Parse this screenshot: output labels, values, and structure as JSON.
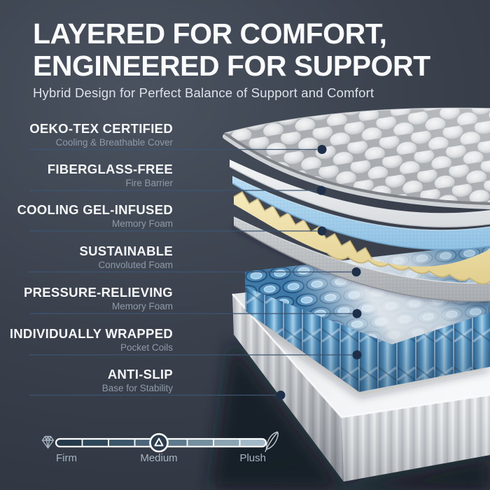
{
  "header": {
    "title_line1": "LAYERED FOR COMFORT,",
    "title_line2": "ENGINEERED FOR SUPPORT",
    "subtitle": "Hybrid Design for Perfect Balance of Support and Comfort"
  },
  "layers": [
    {
      "heading": "OEKO-TEX CERTIFIED",
      "sub": "Cooling & Breathable Cover"
    },
    {
      "heading": "FIBERGLASS-FREE",
      "sub": "Fire Barrier"
    },
    {
      "heading": "COOLING GEL-INFUSED",
      "sub": "Memory Foam"
    },
    {
      "heading": "SUSTAINABLE",
      "sub": "Convoluted Foam"
    },
    {
      "heading": "PRESSURE-RELIEVING",
      "sub": "Memory Foam"
    },
    {
      "heading": "INDIVIDUALLY WRAPPED",
      "sub": "Pocket Coils"
    },
    {
      "heading": "ANTI-SLIP",
      "sub": "Base for Stability"
    }
  ],
  "firmness_scale": {
    "left_label": "Firm",
    "center_label": "Medium",
    "right_label": "Plush",
    "marker_position": "Medium",
    "left_icon": "diamond-icon",
    "right_icon": "feather-icon",
    "segments": 8,
    "segment_colors": [
      "#24394a",
      "#2e4759",
      "#3a5568",
      "#4a6579",
      "#5d798c",
      "#74909f",
      "#8aa4b2",
      "#a2bac8"
    ]
  },
  "colors": {
    "background": "#3a414d",
    "title": "#fafbfc",
    "subtitle": "#dde3e9",
    "label_heading": "#f5f7f9",
    "label_sub": "#8e9aa9",
    "leader_line": "#3d5472",
    "leader_dot": "#1e3049",
    "cover_fabric": "#d9dcde",
    "fire_barrier": "#eff1f2",
    "gel_foam": "#a9d2ec",
    "convoluted_foam": "#f0e2ae",
    "memory_foam": "#bfc2c6",
    "pocket_coils": "#5797c4",
    "base": "#e9ebed",
    "scale_label": "#a6b4c4"
  }
}
